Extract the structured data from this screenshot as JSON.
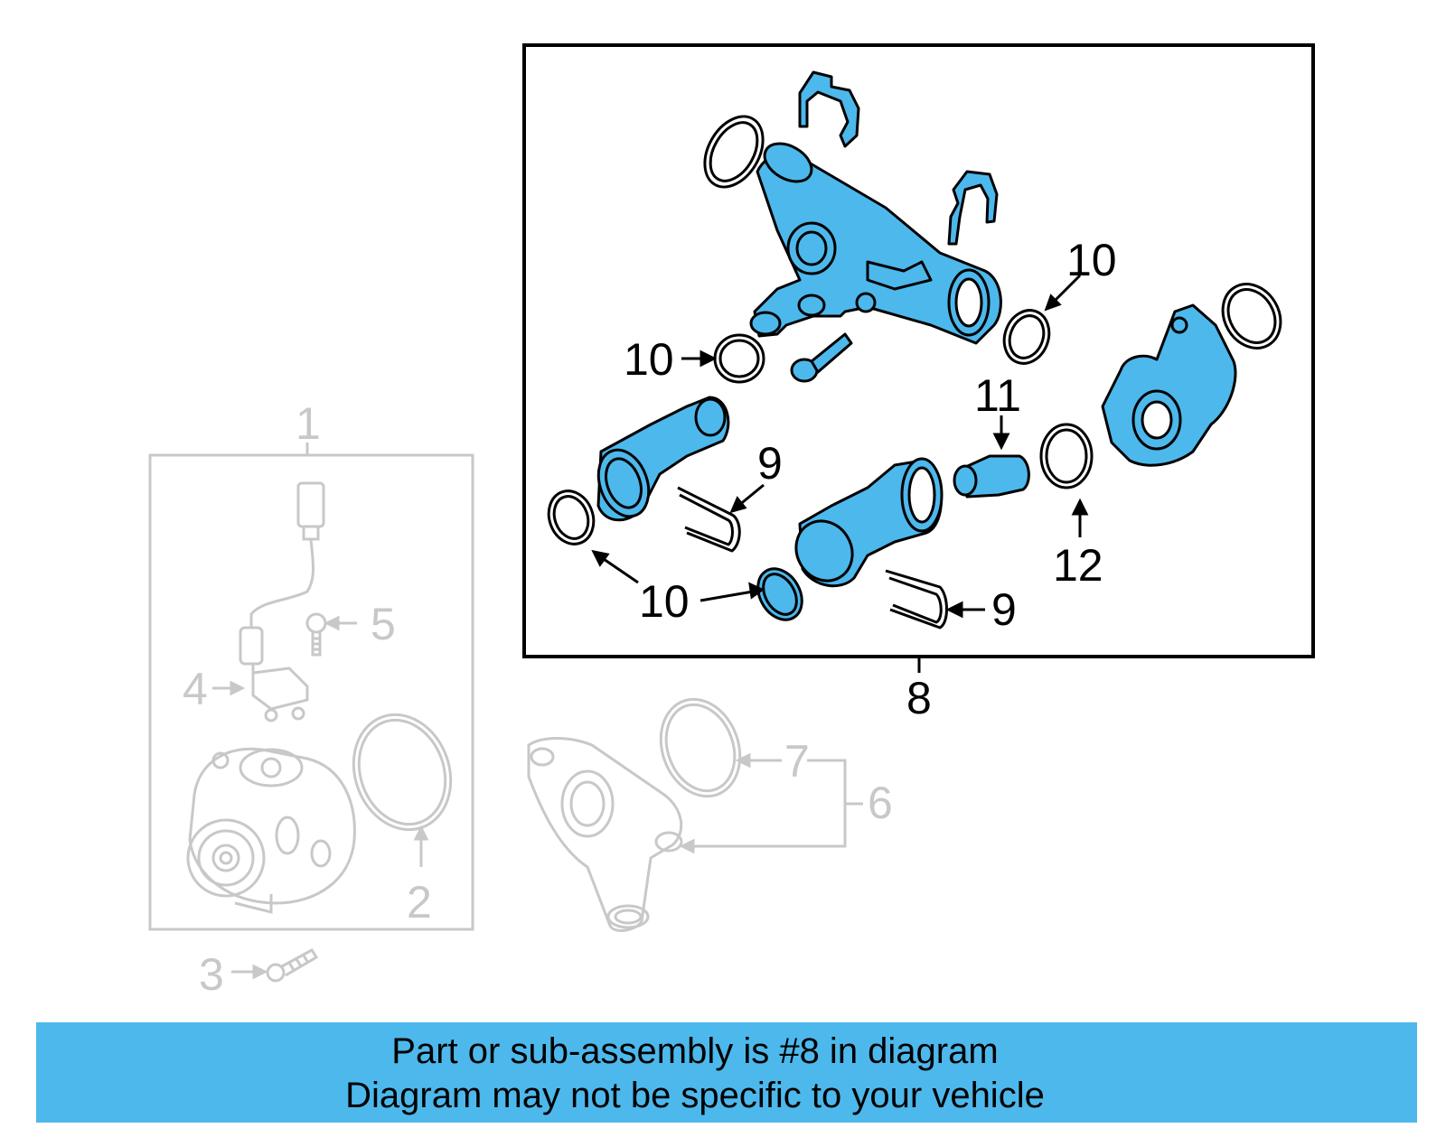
{
  "callouts": {
    "c1": "1",
    "c2": "2",
    "c3": "3",
    "c4": "4",
    "c5": "5",
    "c6": "6",
    "c7": "7",
    "c8": "8",
    "c9a": "9",
    "c9b": "9",
    "c10a": "10",
    "c10b": "10",
    "c10c": "10",
    "c10d": "10",
    "c11": "11",
    "c12": "12"
  },
  "banner": {
    "line1": "Part or sub-assembly is #8 in diagram",
    "line2": "Diagram may not be specific to your vehicle"
  },
  "colors": {
    "highlight": "#4db8ec",
    "outline": "#000000",
    "faded": "#c8c8c8"
  }
}
